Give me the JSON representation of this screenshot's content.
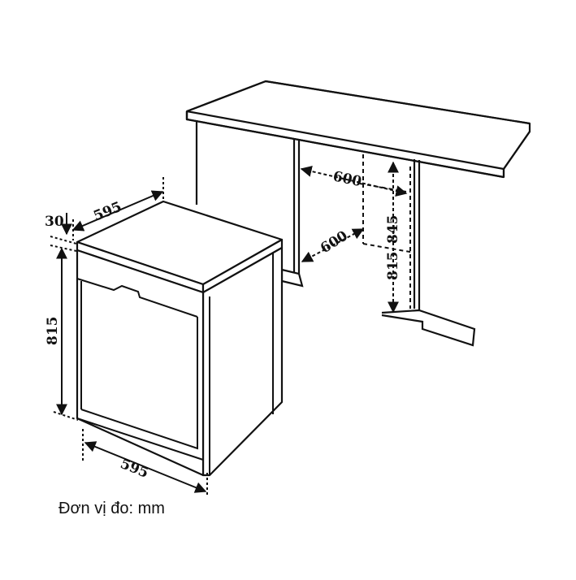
{
  "diagram": {
    "dimensions": {
      "cabinet_width": "600",
      "cabinet_depth": "600",
      "cabinet_height_max": "845",
      "cabinet_height_min": "815",
      "appliance_width": "595",
      "appliance_depth": "595",
      "appliance_height": "815",
      "top_offset": "30"
    },
    "caption": "Đơn vị đo: mm"
  }
}
